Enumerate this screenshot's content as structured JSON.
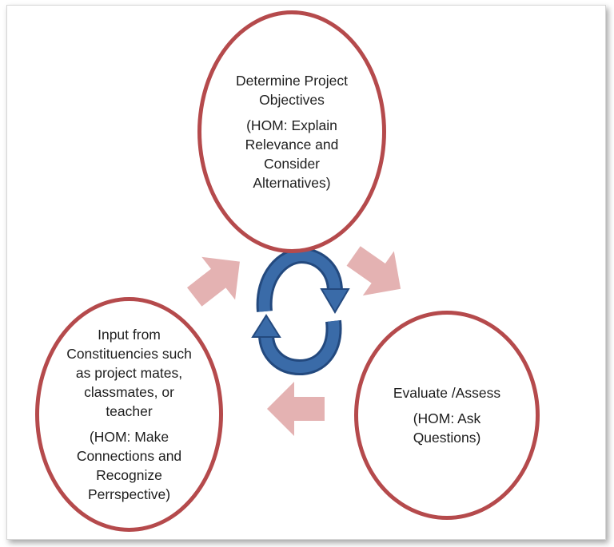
{
  "colors": {
    "circle_border": "#b54a4c",
    "arrow_fill": "#e4b2b2",
    "cycle_fill": "#3a6ba8",
    "cycle_dark": "#23497e"
  },
  "nodes": {
    "top": {
      "title_lines": [
        "Determine Project",
        "Objectives"
      ],
      "hom_lines": [
        "(HOM:  Explain",
        "Relevance and",
        "Consider",
        "Alternatives)"
      ]
    },
    "right": {
      "title_lines": [
        "Evaluate /Assess"
      ],
      "hom_lines": [
        "(HOM:  Ask",
        "Questions)"
      ]
    },
    "left": {
      "title_lines": [
        "Input from",
        "Constituencies  such",
        "as project mates,",
        "classmates, or",
        "teacher"
      ],
      "hom_lines": [
        "(HOM:  Make",
        "Connections  and",
        "Recognize",
        "Perrspective)"
      ]
    }
  },
  "icons": [
    "arrow-right-down-icon",
    "arrow-left-icon",
    "arrow-up-right-icon",
    "cycle-arrows-icon"
  ]
}
